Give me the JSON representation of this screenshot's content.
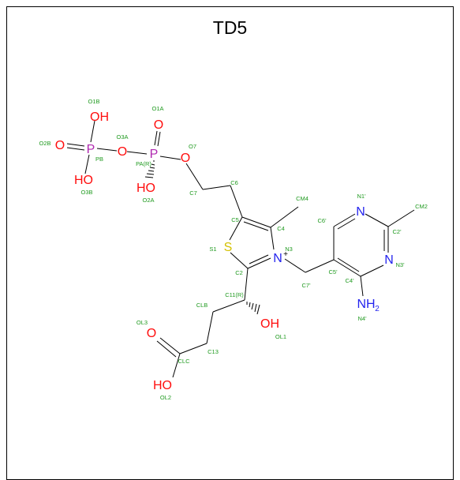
{
  "title": "TD5",
  "colors": {
    "oxygen": "#ff0d0d",
    "phosphorus": "#b027b0",
    "nitrogen": "#2323ee",
    "sulfur": "#d4c000",
    "carbon": "#000000",
    "atom_label": "#1f9a1f"
  },
  "atoms": [
    {
      "id": "o1b",
      "text": "OH",
      "color": "oxygen"
    },
    {
      "id": "o2b",
      "text": "O",
      "color": "oxygen"
    },
    {
      "id": "p_b",
      "text": "P",
      "color": "phosphorus"
    },
    {
      "id": "o3a",
      "text": "O",
      "color": "oxygen"
    },
    {
      "id": "pa",
      "text": "P",
      "color": "phosphorus"
    },
    {
      "id": "o1a",
      "text": "O",
      "color": "oxygen"
    },
    {
      "id": "o7",
      "text": "O",
      "color": "oxygen"
    },
    {
      "id": "o3b",
      "text": "HO",
      "color": "oxygen"
    },
    {
      "id": "o2a",
      "text": "HO",
      "color": "oxygen"
    },
    {
      "id": "s1",
      "text": "S",
      "color": "sulfur"
    },
    {
      "id": "n3",
      "text": "N",
      "color": "nitrogen"
    },
    {
      "id": "n3plus",
      "text": "+",
      "color": "carbon"
    },
    {
      "id": "n1p",
      "text": "N",
      "color": "nitrogen"
    },
    {
      "id": "n3p",
      "text": "N",
      "color": "nitrogen"
    },
    {
      "id": "n4p_nh",
      "text": "NH",
      "color": "nitrogen"
    },
    {
      "id": "n4p_2",
      "text": "2",
      "color": "nitrogen"
    },
    {
      "id": "ol1",
      "text": "OH",
      "color": "oxygen"
    },
    {
      "id": "ol3",
      "text": "O",
      "color": "oxygen"
    },
    {
      "id": "ol2",
      "text": "HO",
      "color": "oxygen"
    }
  ],
  "labels": [
    {
      "id": "o1b",
      "text": "O1B"
    },
    {
      "id": "o1a",
      "text": "O1A"
    },
    {
      "id": "o3a",
      "text": "O3A"
    },
    {
      "id": "o7",
      "text": "O7"
    },
    {
      "id": "o2b",
      "text": "O2B"
    },
    {
      "id": "pb",
      "text": "PB"
    },
    {
      "id": "pa",
      "text": "PA(R)"
    },
    {
      "id": "o3b",
      "text": "O3B"
    },
    {
      "id": "o2a",
      "text": "O2A"
    },
    {
      "id": "c7",
      "text": "C7"
    },
    {
      "id": "c6",
      "text": "C6"
    },
    {
      "id": "cm4",
      "text": "CM4"
    },
    {
      "id": "c5",
      "text": "C5"
    },
    {
      "id": "c4",
      "text": "C4"
    },
    {
      "id": "s1",
      "text": "S1"
    },
    {
      "id": "n3",
      "text": "N3"
    },
    {
      "id": "c2",
      "text": "C2"
    },
    {
      "id": "n1p",
      "text": "N1'"
    },
    {
      "id": "c6p",
      "text": "C6'"
    },
    {
      "id": "cm2",
      "text": "CM2"
    },
    {
      "id": "c2p",
      "text": "C2'"
    },
    {
      "id": "n3p",
      "text": "N3'"
    },
    {
      "id": "c5p",
      "text": "C5'"
    },
    {
      "id": "c4p",
      "text": "C4'"
    },
    {
      "id": "c7p",
      "text": "C7'"
    },
    {
      "id": "n4p",
      "text": "N4'"
    },
    {
      "id": "c11",
      "text": "C11(R)"
    },
    {
      "id": "clb",
      "text": "CLB"
    },
    {
      "id": "ol3",
      "text": "OL3"
    },
    {
      "id": "ol1",
      "text": "OL1"
    },
    {
      "id": "c13",
      "text": "C13"
    },
    {
      "id": "clc",
      "text": "CLC"
    },
    {
      "id": "ol2",
      "text": "OL2"
    }
  ]
}
